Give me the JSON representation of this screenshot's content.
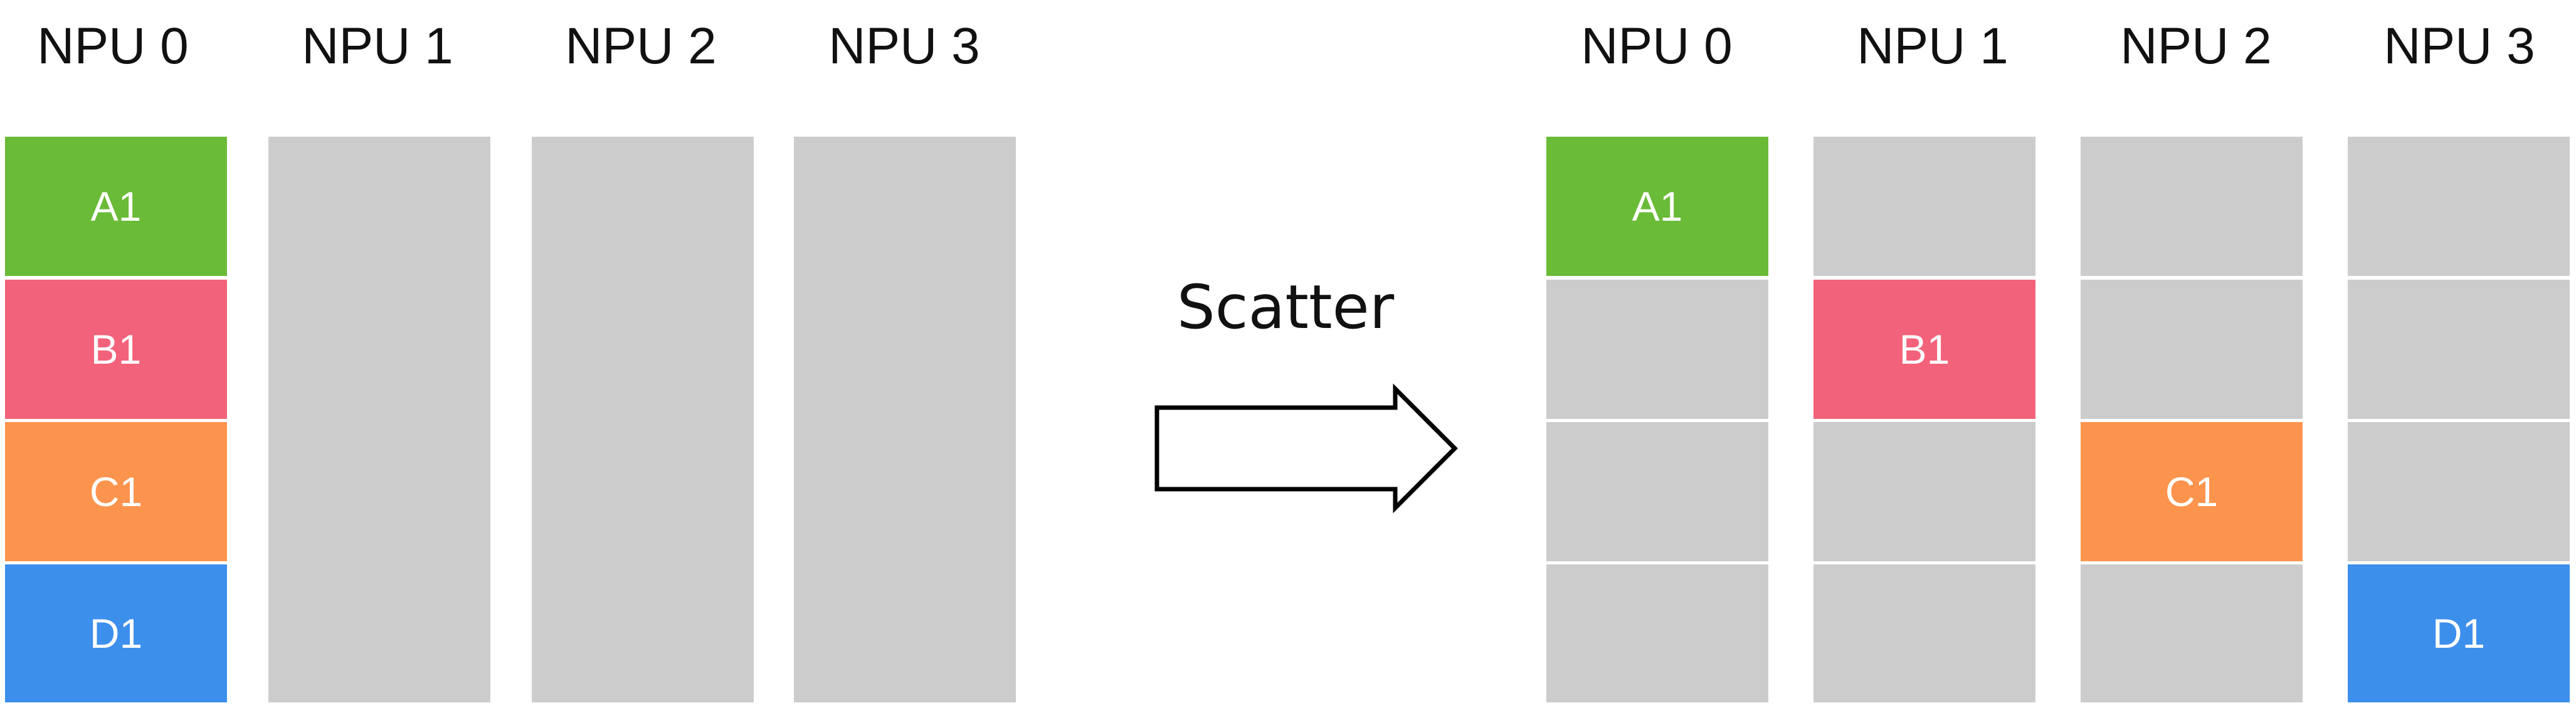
{
  "left_group": {
    "columns": [
      {
        "label": "NPU 0",
        "blocks": [
          "A1",
          "B1",
          "C1",
          "D1"
        ]
      },
      {
        "label": "NPU 1"
      },
      {
        "label": "NPU 2"
      },
      {
        "label": "NPU 3"
      }
    ]
  },
  "operation": {
    "label": "Scatter"
  },
  "right_group": {
    "columns": [
      {
        "label": "NPU 0",
        "blocks": [
          "A1",
          "",
          "",
          ""
        ]
      },
      {
        "label": "NPU 1",
        "blocks": [
          "",
          "B1",
          "",
          ""
        ]
      },
      {
        "label": "NPU 2",
        "blocks": [
          "",
          "",
          "C1",
          ""
        ]
      },
      {
        "label": "NPU 3",
        "blocks": [
          "",
          "",
          "",
          "D1"
        ]
      }
    ]
  },
  "colors": {
    "A1": "#6abb37",
    "B1": "#f2627a",
    "C1": "#fd944e",
    "D1": "#3d8fec",
    "empty": "#cccccc"
  }
}
